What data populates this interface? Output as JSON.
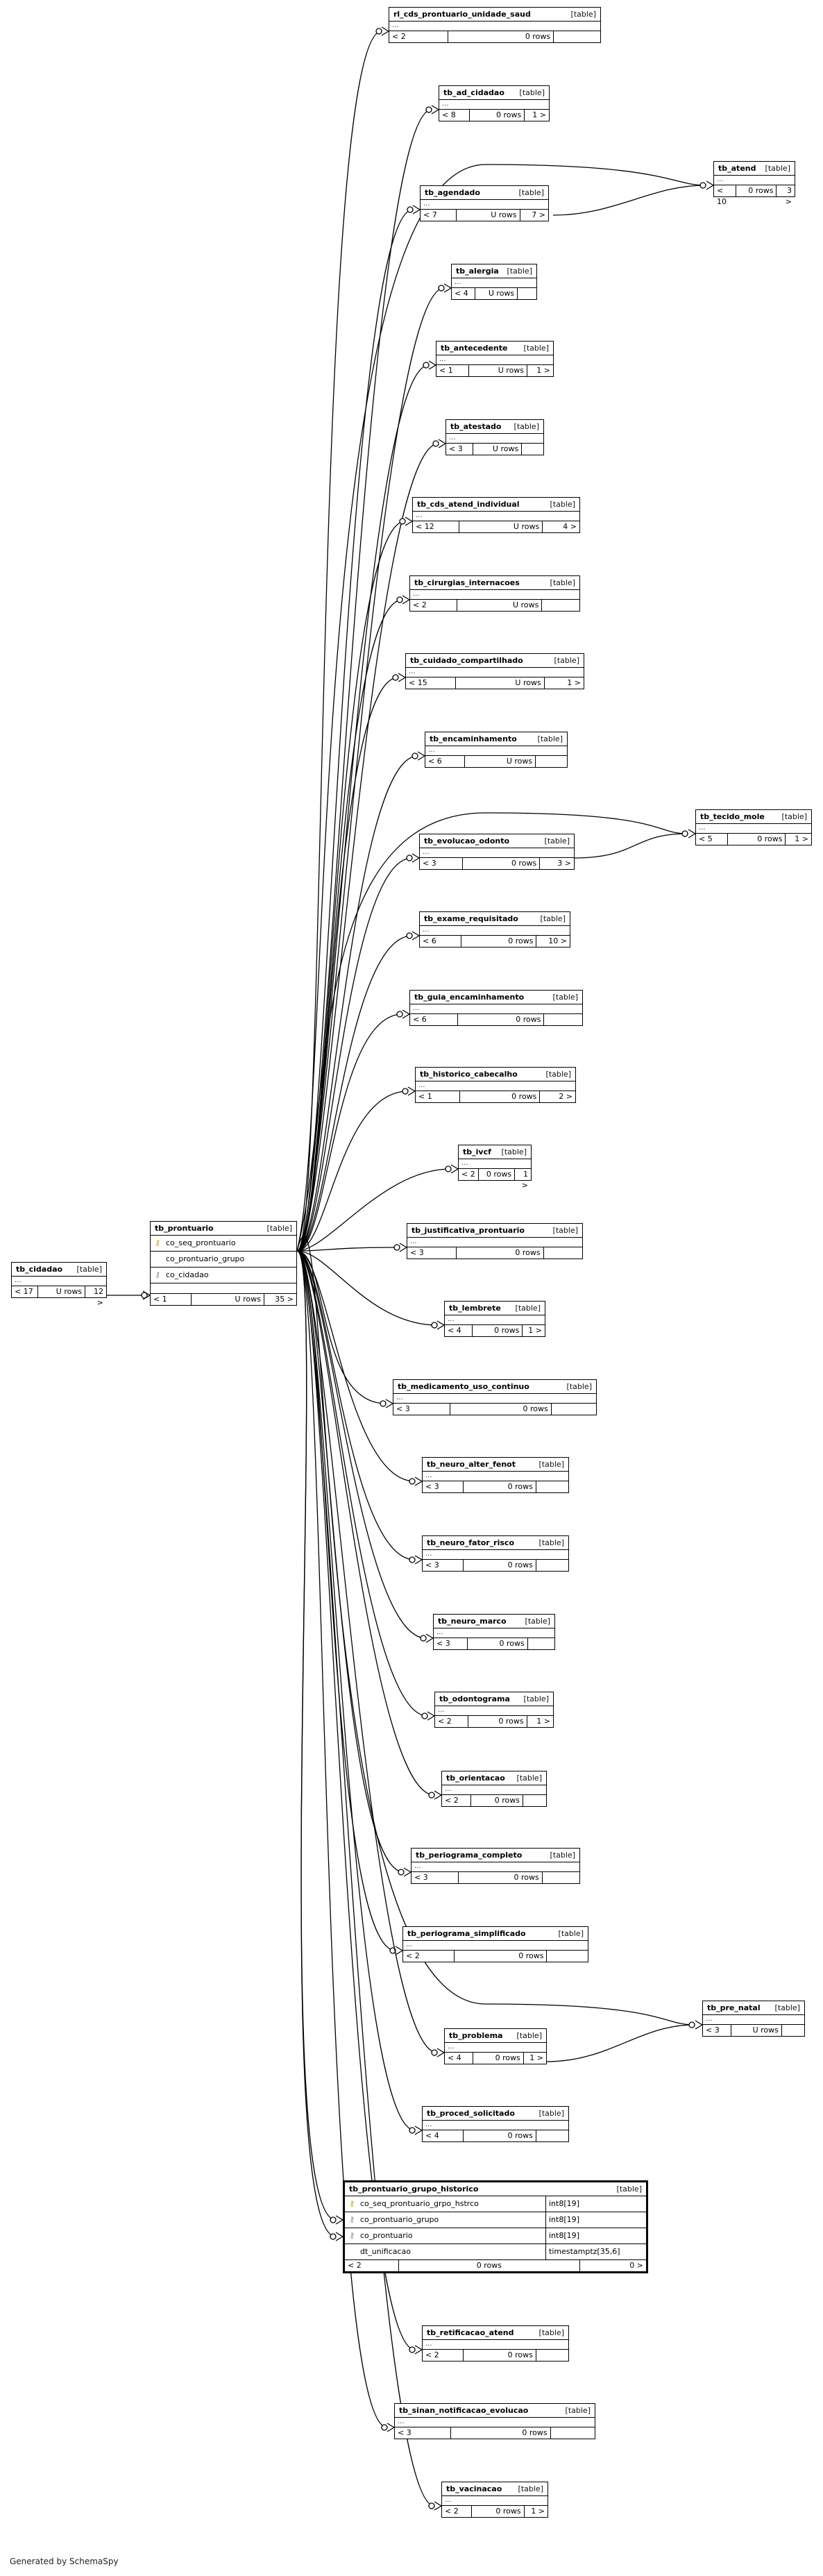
{
  "generator": "Generated by SchemaSpy",
  "ellipsis": "...",
  "center": {
    "name": "tb_prontuario",
    "type": "[table]",
    "columns": [
      {
        "name": "co_seq_prontuario",
        "key": "pk"
      },
      {
        "name": "co_prontuario_grupo",
        "key": ""
      },
      {
        "name": "co_cidadao",
        "key": "fk"
      }
    ],
    "parents": "< 1",
    "rows": "U rows",
    "children": "35 >"
  },
  "cidadao": {
    "name": "tb_cidadao",
    "type": "[table]",
    "parents": "< 17",
    "rows": "U rows",
    "children": "12 >"
  },
  "focus": {
    "name": "tb_prontuario_grupo_historico",
    "type": "[table]",
    "columns": [
      {
        "name": "co_seq_prontuario_grpo_hstrco",
        "type": "int8[19]",
        "key": "pk"
      },
      {
        "name": "co_prontuario_grupo",
        "type": "int8[19]",
        "key": "fk"
      },
      {
        "name": "co_prontuario",
        "type": "int8[19]",
        "key": "fk"
      },
      {
        "name": "dt_unificacao",
        "type": "timestamptz[35,6]",
        "key": ""
      }
    ],
    "parents": "< 2",
    "rows": "0 rows",
    "children": "0 >"
  },
  "far": [
    {
      "name": "tb_atend",
      "type": "[table]",
      "parents": "< 10",
      "rows": "0 rows",
      "children": "3 >"
    },
    {
      "name": "tb_tecido_mole",
      "type": "[table]",
      "parents": "< 5",
      "rows": "0 rows",
      "children": "1 >"
    },
    {
      "name": "tb_pre_natal",
      "type": "[table]",
      "parents": "< 3",
      "rows": "U rows",
      "children": ""
    }
  ],
  "children": [
    {
      "name": "rl_cds_prontuario_unidade_saud",
      "type": "[table]",
      "parents": "< 2",
      "rows": "0 rows",
      "children": ""
    },
    {
      "name": "tb_ad_cidadao",
      "type": "[table]",
      "parents": "< 8",
      "rows": "0 rows",
      "children": "1 >"
    },
    {
      "name": "tb_agendado",
      "type": "[table]",
      "parents": "< 7",
      "rows": "U rows",
      "children": "7 >"
    },
    {
      "name": "tb_alergia",
      "type": "[table]",
      "parents": "< 4",
      "rows": "U rows",
      "children": ""
    },
    {
      "name": "tb_antecedente",
      "type": "[table]",
      "parents": "< 1",
      "rows": "U rows",
      "children": "1 >"
    },
    {
      "name": "tb_atestado",
      "type": "[table]",
      "parents": "< 3",
      "rows": "U rows",
      "children": ""
    },
    {
      "name": "tb_cds_atend_individual",
      "type": "[table]",
      "parents": "< 12",
      "rows": "U rows",
      "children": "4 >"
    },
    {
      "name": "tb_cirurgias_internacoes",
      "type": "[table]",
      "parents": "< 2",
      "rows": "U rows",
      "children": ""
    },
    {
      "name": "tb_cuidado_compartilhado",
      "type": "[table]",
      "parents": "< 15",
      "rows": "U rows",
      "children": "1 >"
    },
    {
      "name": "tb_encaminhamento",
      "type": "[table]",
      "parents": "< 6",
      "rows": "U rows",
      "children": ""
    },
    {
      "name": "tb_evolucao_odonto",
      "type": "[table]",
      "parents": "< 3",
      "rows": "0 rows",
      "children": "3 >"
    },
    {
      "name": "tb_exame_requisitado",
      "type": "[table]",
      "parents": "< 6",
      "rows": "0 rows",
      "children": "10 >"
    },
    {
      "name": "tb_guia_encaminhamento",
      "type": "[table]",
      "parents": "< 6",
      "rows": "0 rows",
      "children": ""
    },
    {
      "name": "tb_historico_cabecalho",
      "type": "[table]",
      "parents": "< 1",
      "rows": "0 rows",
      "children": "2 >"
    },
    {
      "name": "tb_ivcf",
      "type": "[table]",
      "parents": "< 2",
      "rows": "0 rows",
      "children": "1 >"
    },
    {
      "name": "tb_justificativa_prontuario",
      "type": "[table]",
      "parents": "< 3",
      "rows": "0 rows",
      "children": ""
    },
    {
      "name": "tb_lembrete",
      "type": "[table]",
      "parents": "< 4",
      "rows": "0 rows",
      "children": "1 >"
    },
    {
      "name": "tb_medicamento_uso_continuo",
      "type": "[table]",
      "parents": "< 3",
      "rows": "0 rows",
      "children": ""
    },
    {
      "name": "tb_neuro_alter_fenot",
      "type": "[table]",
      "parents": "< 3",
      "rows": "0 rows",
      "children": ""
    },
    {
      "name": "tb_neuro_fator_risco",
      "type": "[table]",
      "parents": "< 3",
      "rows": "0 rows",
      "children": ""
    },
    {
      "name": "tb_neuro_marco",
      "type": "[table]",
      "parents": "< 3",
      "rows": "0 rows",
      "children": ""
    },
    {
      "name": "tb_odontograma",
      "type": "[table]",
      "parents": "< 2",
      "rows": "0 rows",
      "children": "1 >"
    },
    {
      "name": "tb_orientacao",
      "type": "[table]",
      "parents": "< 2",
      "rows": "0 rows",
      "children": ""
    },
    {
      "name": "tb_periograma_completo",
      "type": "[table]",
      "parents": "< 3",
      "rows": "0 rows",
      "children": ""
    },
    {
      "name": "tb_periograma_simplificado",
      "type": "[table]",
      "parents": "< 2",
      "rows": "0 rows",
      "children": ""
    },
    {
      "name": "tb_problema",
      "type": "[table]",
      "parents": "< 4",
      "rows": "0 rows",
      "children": "1 >"
    },
    {
      "name": "tb_proced_solicitado",
      "type": "[table]",
      "parents": "< 4",
      "rows": "0 rows",
      "children": ""
    },
    {
      "name": "tb_retificacao_atend",
      "type": "[table]",
      "parents": "< 2",
      "rows": "0 rows",
      "children": ""
    },
    {
      "name": "tb_sinan_notificacao_evolucao",
      "type": "[table]",
      "parents": "< 3",
      "rows": "0 rows",
      "children": ""
    },
    {
      "name": "tb_vacinacao",
      "type": "[table]",
      "parents": "< 2",
      "rows": "0 rows",
      "children": "1 >"
    }
  ]
}
